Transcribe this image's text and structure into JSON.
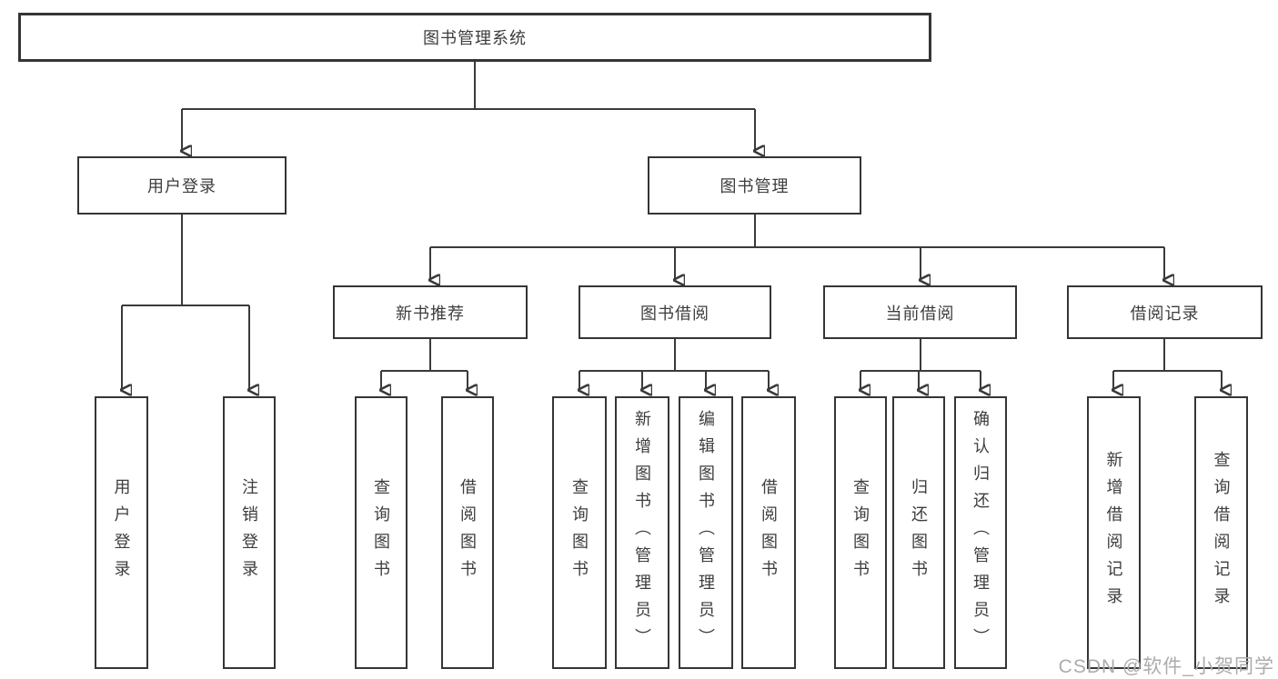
{
  "title": "图书管理系统",
  "level2": {
    "user_login": "用户登录",
    "book_management": "图书管理"
  },
  "level3": {
    "new_book_recommend": "新书推荐",
    "book_borrow": "图书借阅",
    "current_borrow": "当前借阅",
    "borrow_records": "借阅记录"
  },
  "leaves": {
    "user_login": [
      "用户登录",
      "注销登录"
    ],
    "new_book_recommend": [
      "查询图书",
      "借阅图书"
    ],
    "book_borrow": [
      "查询图书",
      "新增图书（管理员）",
      "编辑图书（管理员）",
      "借阅图书"
    ],
    "current_borrow": [
      "查询图书",
      "归还图书",
      "确认归还（管理员）"
    ],
    "borrow_records": [
      "新增借阅记录",
      "查询借阅记录"
    ]
  },
  "watermark": "CSDN @软件_小贺同学",
  "colors": {
    "line": "#3a3a3a",
    "box_border": "#353535",
    "text": "#3d3d3d",
    "watermark": "#acacac",
    "background": "#ffffff"
  }
}
